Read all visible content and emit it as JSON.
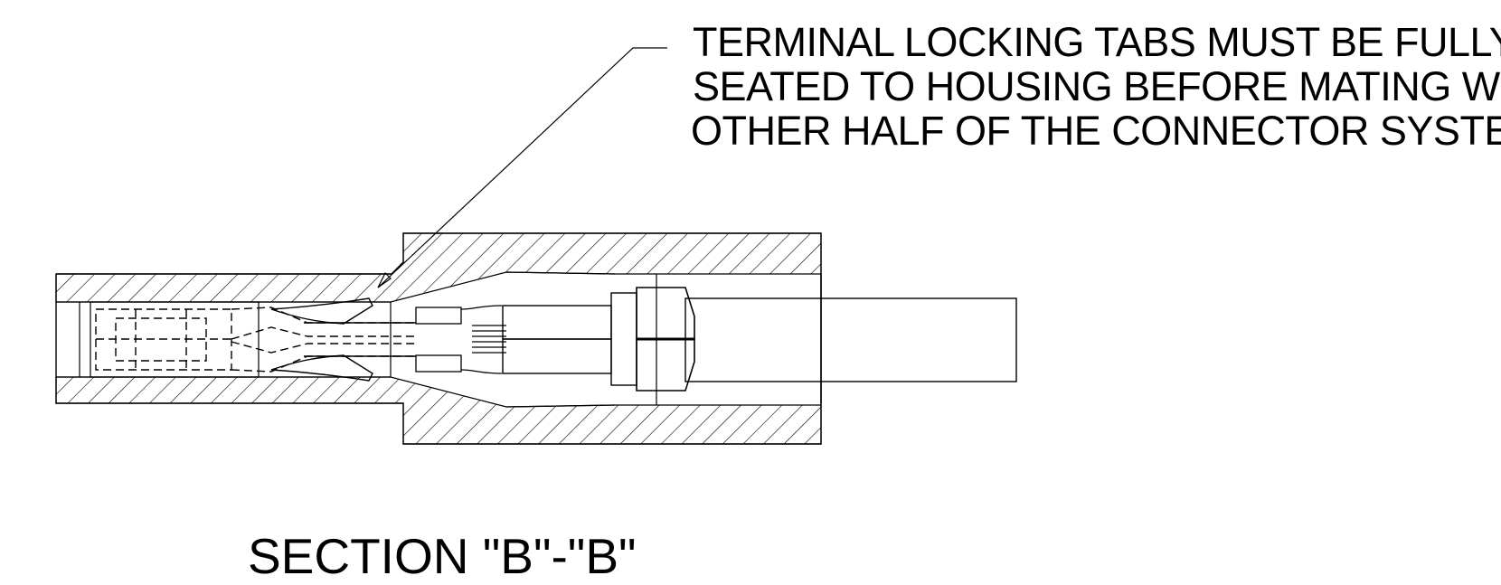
{
  "note": {
    "lines": [
      "TERMINAL LOCKING TABS MUST BE FULLY",
      "SEATED TO HOUSING BEFORE MATING WITH",
      "OTHER HALF OF THE CONNECTOR SYSTEM."
    ]
  },
  "section_title": "SECTION \"B\"-\"B\"",
  "colors": {
    "line": "#000000",
    "background": "#ffffff"
  }
}
